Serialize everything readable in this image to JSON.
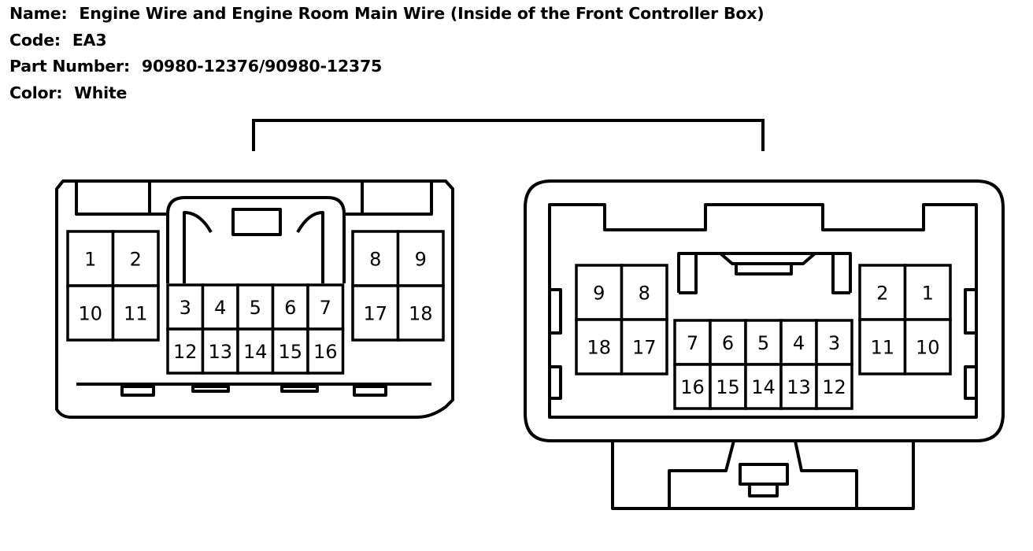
{
  "info": {
    "name_label": "Name:",
    "name_value": "Engine Wire and Engine Room Main Wire (Inside of the Front Controller Box)",
    "code_label": "Code:",
    "code_value": "EA3",
    "part_label": "Part Number:",
    "part_value": "90980-12376/90980-12375",
    "color_label": "Color:",
    "color_value": "White"
  },
  "connectors": {
    "left": {
      "pins": [
        "1",
        "2",
        "10",
        "11",
        "3",
        "4",
        "5",
        "6",
        "7",
        "12",
        "13",
        "14",
        "15",
        "16",
        "8",
        "9",
        "17",
        "18"
      ]
    },
    "right": {
      "pins": [
        "9",
        "8",
        "18",
        "17",
        "7",
        "6",
        "5",
        "4",
        "3",
        "16",
        "15",
        "14",
        "13",
        "12",
        "2",
        "1",
        "11",
        "10"
      ]
    }
  }
}
